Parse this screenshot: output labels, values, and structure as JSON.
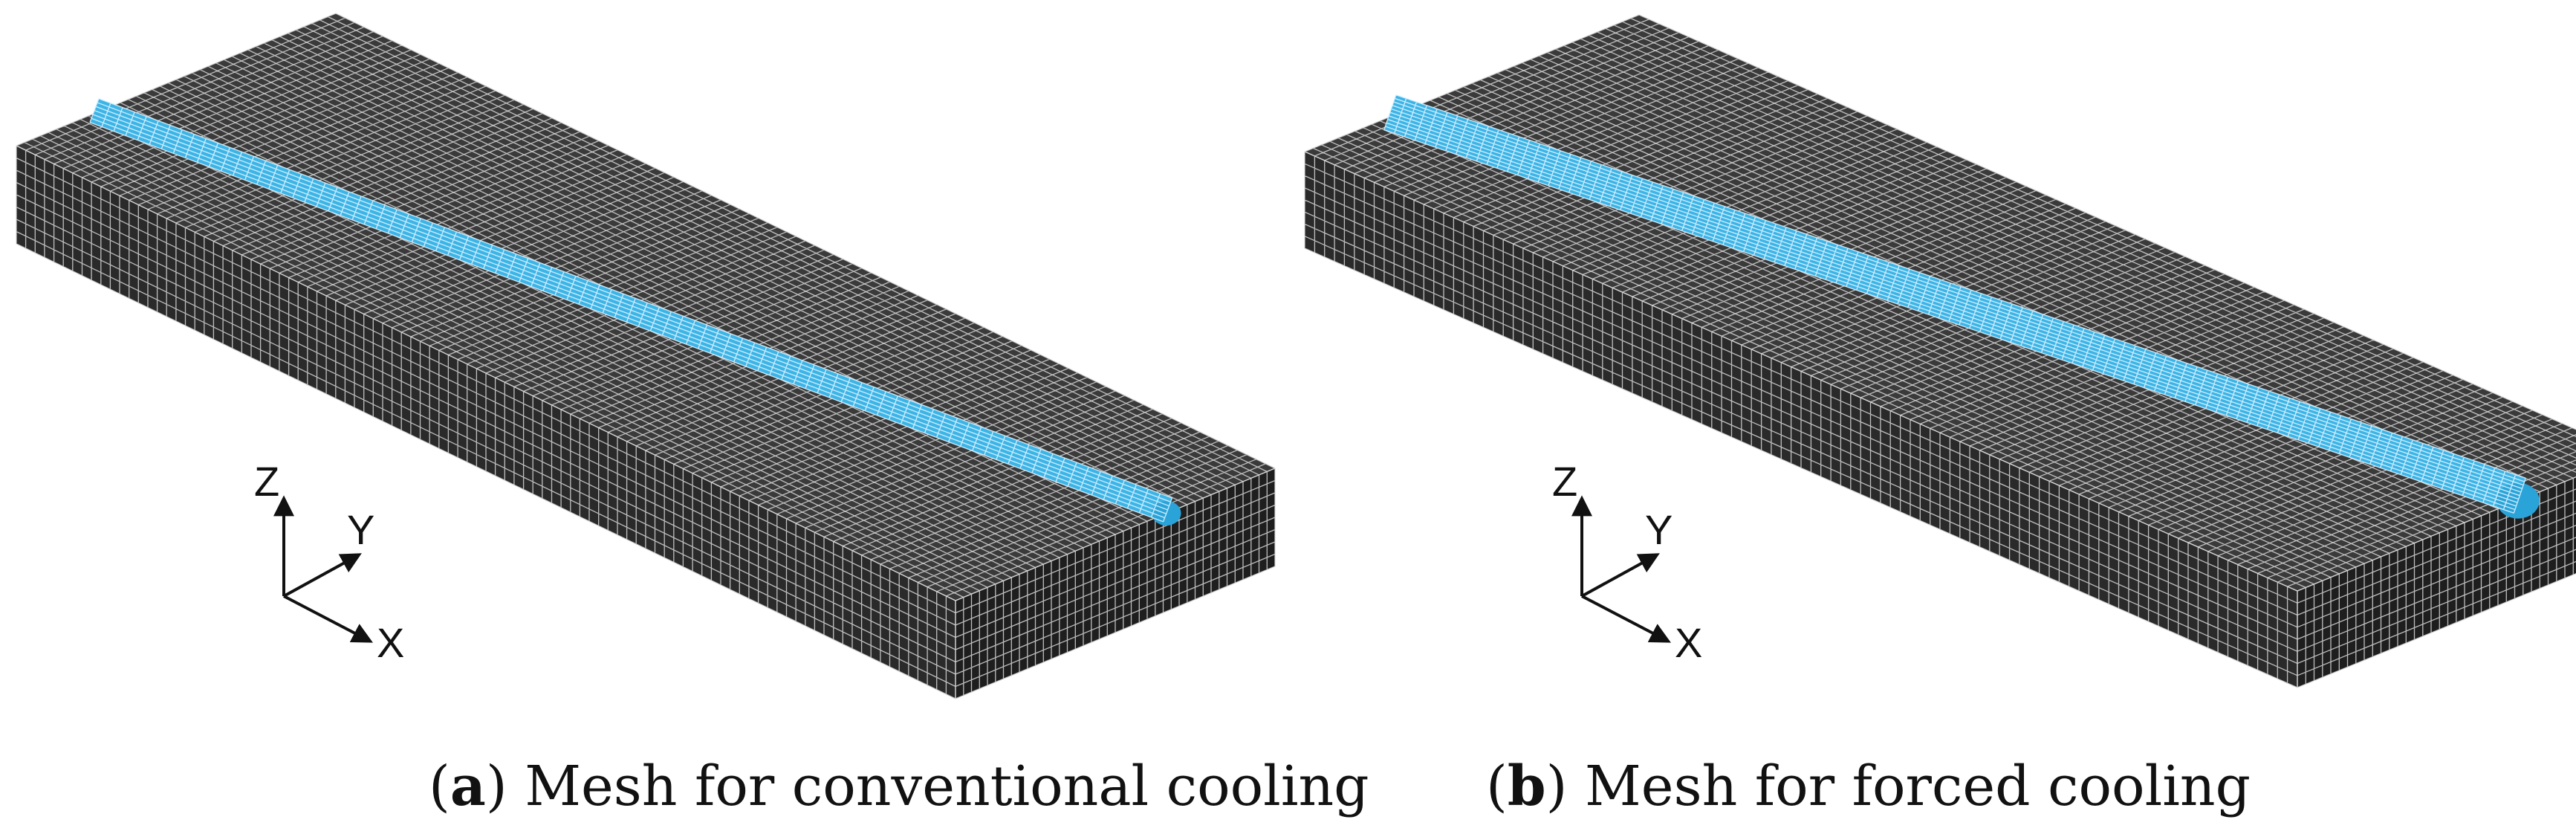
{
  "panels": [
    {
      "id": "a",
      "caption_open": "(",
      "caption_letter": "a",
      "caption_close": ") ",
      "caption_text": "Mesh for conventional cooling",
      "axes": {
        "z": "Z",
        "y": "Y",
        "x": "X"
      },
      "mesh": {
        "u_cells": 40,
        "v_cells": 100,
        "thickness_cells": 8,
        "bead_rings": 90,
        "bead_segments": 6
      }
    },
    {
      "id": "b",
      "caption_open": "(",
      "caption_letter": "b",
      "caption_close": ") ",
      "caption_text": "Mesh for forced cooling",
      "axes": {
        "z": "Z",
        "y": "Y",
        "x": "X"
      },
      "mesh": {
        "u_cells": 40,
        "v_cells": 100,
        "thickness_cells": 8,
        "bead_rings": 110,
        "bead_segments": 10
      }
    }
  ],
  "colors": {
    "plate_top": "#3a3a3a",
    "plate_side": "#2a2a2a",
    "plate_front": "#1e1e1e",
    "mesh_line": "#d9d9d9",
    "bead_fill": "#3cb4e6",
    "bead_line": "#d8f2ff"
  }
}
